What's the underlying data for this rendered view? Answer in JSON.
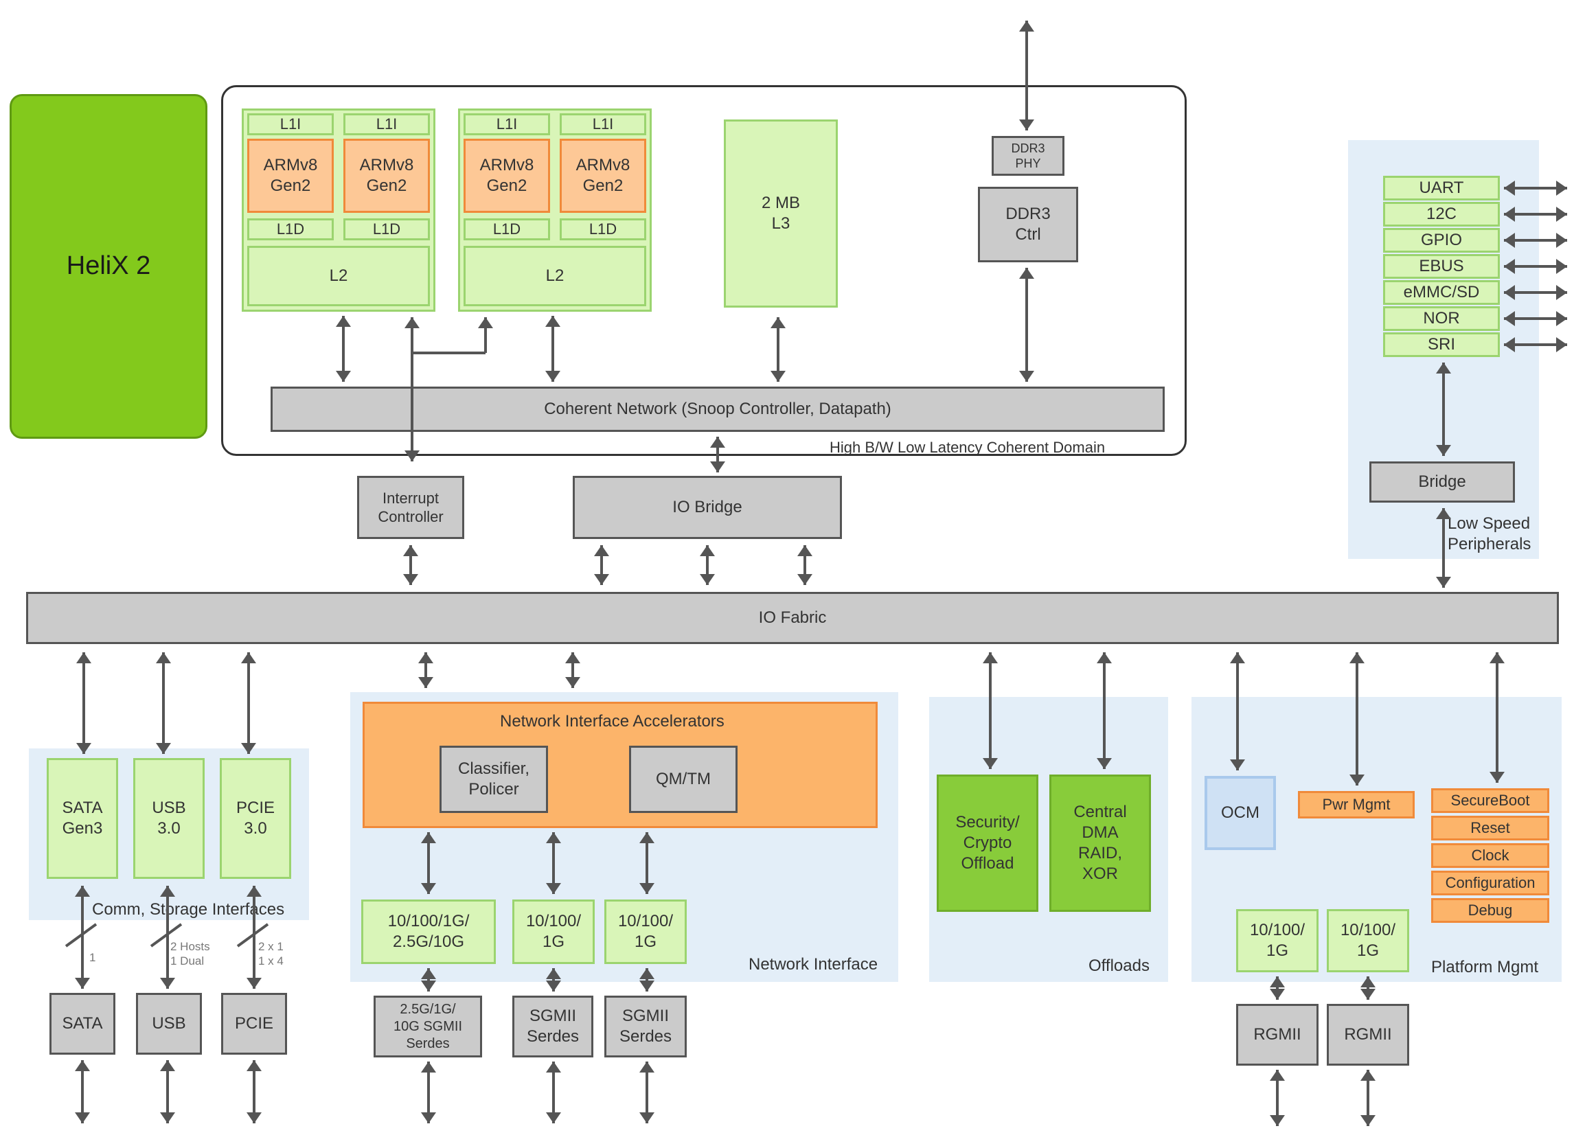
{
  "helix": "HeliX 2",
  "coherent_domain": {
    "label": "High B/W Low Latency Coherent Domain",
    "cluster1": {
      "l1i_a": "L1I",
      "l1i_b": "L1I",
      "core_a": "ARMv8\nGen2",
      "core_b": "ARMv8\nGen2",
      "l1d_a": "L1D",
      "l1d_b": "L1D",
      "l2": "L2"
    },
    "cluster2": {
      "l1i_a": "L1I",
      "l1i_b": "L1I",
      "core_a": "ARMv8\nGen2",
      "core_b": "ARMv8\nGen2",
      "l1d_a": "L1D",
      "l1d_b": "L1D",
      "l2": "L2"
    },
    "l3": "2 MB\nL3",
    "ddr3_phy": "DDR3\nPHY",
    "ddr3_ctrl": "DDR3\nCtrl",
    "coherent_network": "Coherent Network (Snoop Controller, Datapath)"
  },
  "interrupt_controller": "Interrupt\nController",
  "io_bridge": "IO Bridge",
  "io_fabric": "IO Fabric",
  "low_speed": {
    "items": [
      "UART",
      "12C",
      "GPIO",
      "EBUS",
      "eMMC/SD",
      "NOR",
      "SRI"
    ],
    "bridge": "Bridge",
    "label": "Low Speed\nPeripherals"
  },
  "comm_storage": {
    "label": "Comm, Storage Interfaces",
    "sata": "SATA\nGen3",
    "usb": "USB\n3.0",
    "pcie": "PCIE\n3.0",
    "sata_note": "1",
    "usb_note": "2 Hosts\n1 Dual",
    "pcie_note": "2 x 1\n1 x 4",
    "sata_phy": "SATA",
    "usb_phy": "USB",
    "pcie_phy": "PCIE"
  },
  "network": {
    "label": "Network Interface",
    "accel": "Network Interface Accelerators",
    "classifier": "Classifier,\nPolicer",
    "qmtm": "QM/TM",
    "mac1": "10/100/1G/\n2.5G/10G",
    "mac2": "10/100/\n1G",
    "mac3": "10/100/\n1G",
    "serdes1": "2.5G/1G/\n10G SGMII\nSerdes",
    "serdes2": "SGMII\nSerdes",
    "serdes3": "SGMII\nSerdes"
  },
  "offloads": {
    "label": "Offloads",
    "security": "Security/\nCrypto\nOffload",
    "dma": "Central\nDMA\nRAID,\nXOR"
  },
  "platform": {
    "label": "Platform Mgmt",
    "ocm": "OCM",
    "pwr": "Pwr Mgmt",
    "stack": [
      "SecureBoot",
      "Reset",
      "Clock",
      "Configuration",
      "Debug"
    ],
    "mac1": "10/100/\n1G",
    "mac2": "10/100/\n1G",
    "rgmii1": "RGMII",
    "rgmii2": "RGMII"
  }
}
